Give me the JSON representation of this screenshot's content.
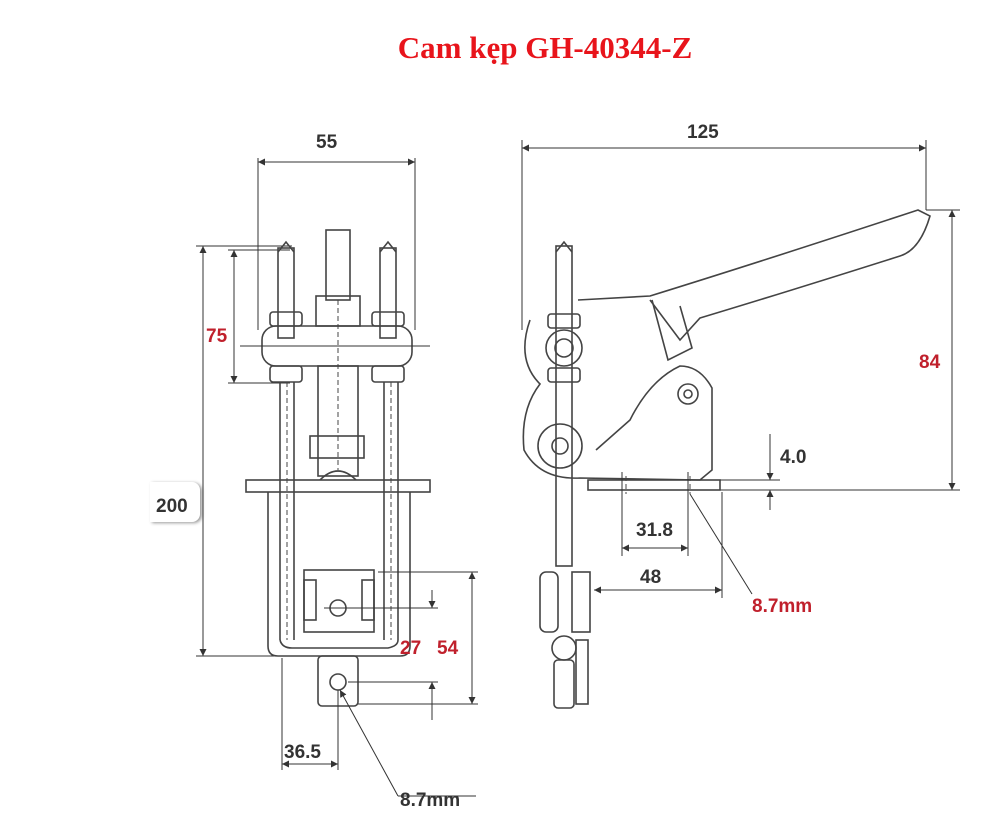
{
  "title": "Cam kẹp GH-40344-Z",
  "colors": {
    "title": "#e8141b",
    "dimension_text": "#c0202c",
    "line": "#444444"
  },
  "front_view": {
    "dimensions": {
      "width_top": "55",
      "height_total": "200",
      "upper_height": "75",
      "hole_spacing": "27",
      "lower_bracket": "54",
      "bracket_width": "36.5",
      "hole_diameter": "8.7mm"
    }
  },
  "side_view": {
    "dimensions": {
      "length_total": "125",
      "height_top": "84",
      "plate_thickness": "4.0",
      "hole_spacing": "31.8",
      "base_offset": "48",
      "hole_diameter": "8.7mm"
    }
  }
}
